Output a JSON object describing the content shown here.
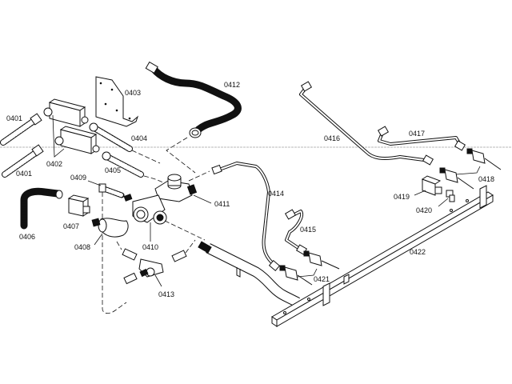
{
  "diagram": {
    "type": "exploded-parts-view",
    "subject": "gas manifold and valve assembly",
    "callouts": {
      "p0401a": "0401",
      "p0401b": "0401",
      "p0402": "0402",
      "p0403": "0403",
      "p0404": "0404",
      "p0405": "0405",
      "p0406": "0406",
      "p0407": "0407",
      "p0408": "0408",
      "p0409": "0409",
      "p0410": "0410",
      "p0411": "0411",
      "p0412": "0412",
      "p0413": "0413",
      "p0414": "0414",
      "p0415": "0415",
      "p0416": "0416",
      "p0417": "0417",
      "p0418": "0418",
      "p0419": "0419",
      "p0420": "0420",
      "p0421": "0421",
      "p0422": "0422"
    },
    "line_color": "#111111",
    "guide_line_color": "#b8b8b8",
    "background": "#ffffff"
  }
}
